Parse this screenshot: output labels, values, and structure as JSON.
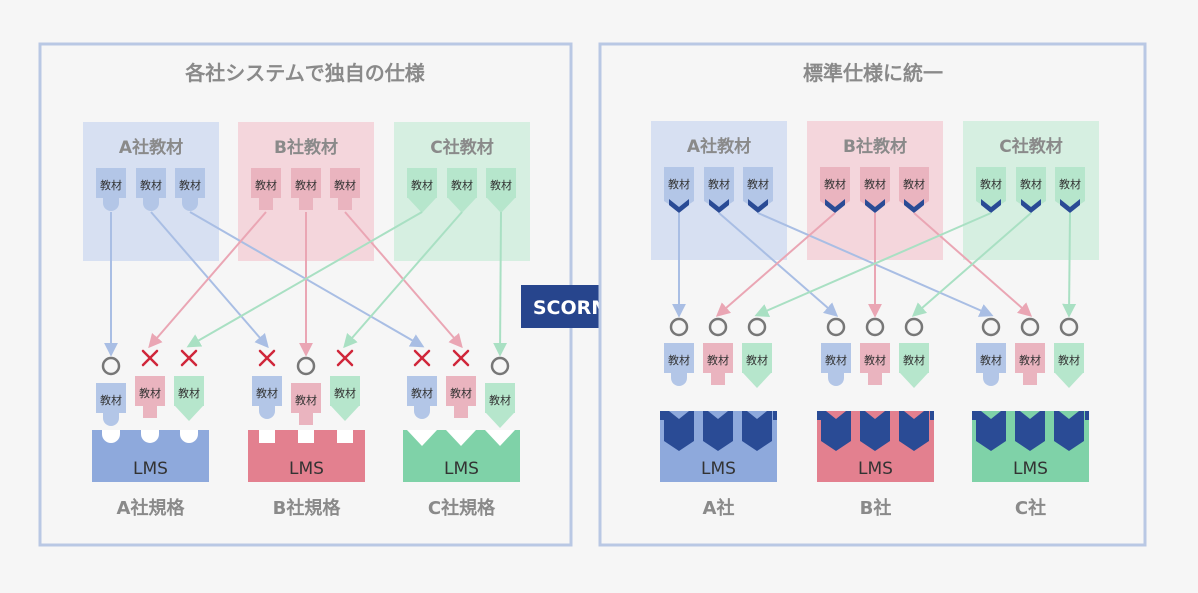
{
  "left_panel": {
    "title": "各社システムで独自の仕様",
    "group_titles": [
      "A社教材",
      "B社教材",
      "C社教材"
    ],
    "lms_footers": [
      "A社規格",
      "B社規格",
      "C社規格"
    ]
  },
  "right_panel": {
    "title": "標準仕様に統一",
    "group_titles": [
      "A社教材",
      "B社教材",
      "C社教材"
    ],
    "lms_footers": [
      "A社",
      "B社",
      "C社"
    ]
  },
  "piece_label": "教材",
  "lms_label": "LMS",
  "arrow_label": "SCORM化",
  "left_marks": [
    [
      "ok",
      "ng",
      "ng"
    ],
    [
      "ng",
      "ok",
      "ng"
    ],
    [
      "ng",
      "ng",
      "ok"
    ]
  ],
  "right_marks": [
    [
      "ok",
      "ok",
      "ok"
    ],
    [
      "ok",
      "ok",
      "ok"
    ],
    [
      "ok",
      "ok",
      "ok"
    ]
  ],
  "colors": {
    "background": "#f6f6f6",
    "panel_border": "#b9c8e4",
    "a_group_bg": "#d7e0f2",
    "b_group_bg": "#f4d6dc",
    "c_group_bg": "#d6efe1",
    "a_piece": "#b3c6e7",
    "b_piece": "#eab4bf",
    "c_piece": "#b6e6cc",
    "a_lms": "#8ea9dc",
    "b_lms": "#e3808f",
    "c_lms": "#7fd2a8",
    "standard_connector": "#2a4b95",
    "arrow": "#27458d",
    "ng_mark": "#d0263a",
    "ok_mark": "#777777"
  }
}
